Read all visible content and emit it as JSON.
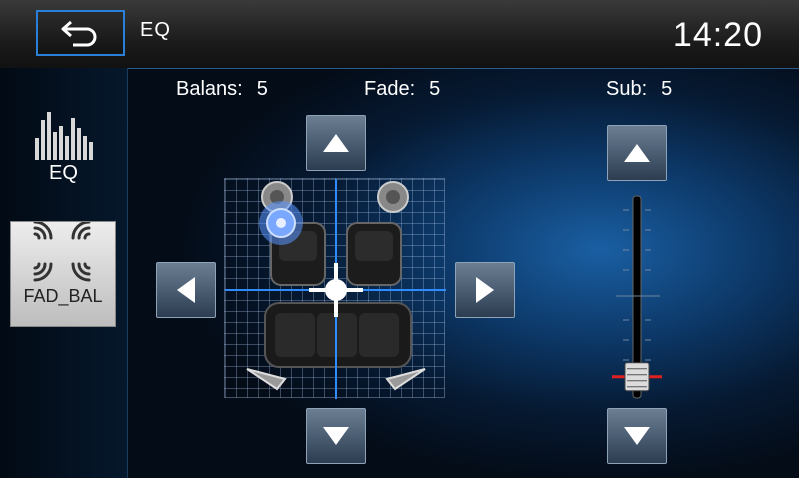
{
  "header": {
    "title": "EQ",
    "time": "14:20"
  },
  "sidebar": {
    "items": [
      {
        "label": "EQ",
        "icon": "equalizer-icon"
      },
      {
        "label": "FAD_BAL",
        "icon": "speakers-icon",
        "active": true
      }
    ]
  },
  "readouts": {
    "balance_label": "Balans:",
    "balance_value": "5",
    "fade_label": "Fade:",
    "fade_value": "5",
    "sub_label": "Sub:",
    "sub_value": "5"
  },
  "fade_balance": {
    "balance": 0,
    "fade": 0
  },
  "sub_slider": {
    "level": 0.05
  },
  "colors": {
    "accent": "#2a7fd6",
    "grid_line": "#2f8cff",
    "marker_red": "#e02020"
  }
}
